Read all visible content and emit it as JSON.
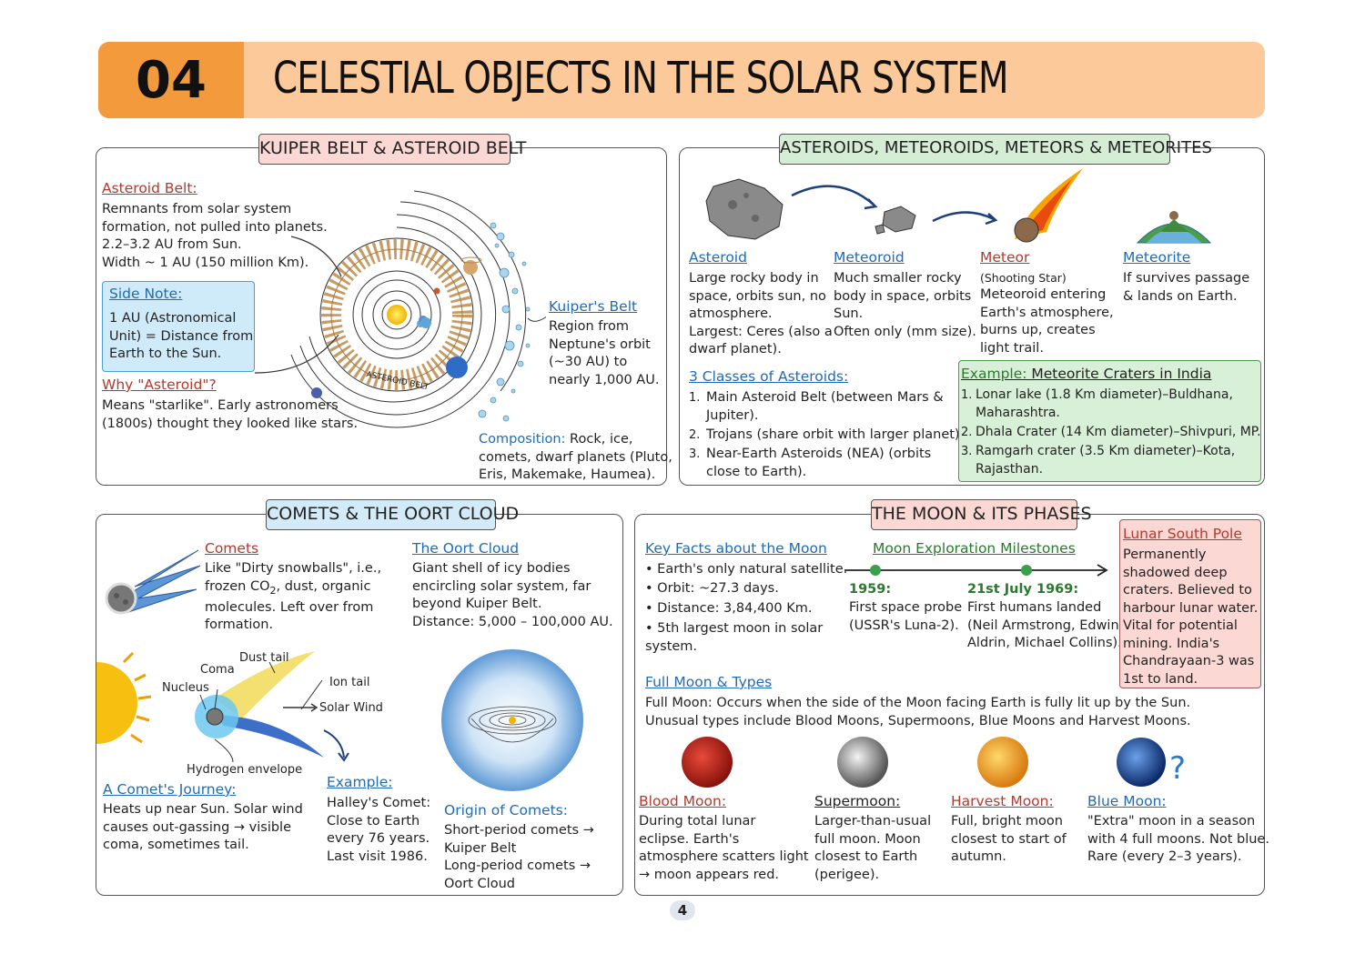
{
  "header": {
    "number": "04",
    "title": "CELESTIAL OBJECTS IN THE SOLAR SYSTEM"
  },
  "kuiper": {
    "title": "KUIPER BELT & ASTEROID BELT",
    "asteroid_belt_heading": "Asteroid Belt:",
    "asteroid_belt_text": "Remnants from solar system\nformation, not pulled into planets.\n2.2–3.2 AU from Sun.\nWidth ~ 1 AU (150 million Km).",
    "side_note_heading": "Side Note:",
    "side_note_text": "1 AU (Astronomical\nUnit) = Distance from\nEarth to the Sun.",
    "why_heading": "Why \"Asteroid\"?",
    "why_text": "Means \"starlike\". Early astronomers\n(1800s) thought they looked like stars.",
    "belt_label": "ASTEROID BELT",
    "kuipers_belt_heading": "Kuiper's Belt",
    "kuipers_belt_text": "Region from\nNeptune's orbit\n(~30 AU) to\nnearly 1,000 AU.",
    "composition_heading": "Composition:",
    "composition_text": " Rock, ice,\ncomets, dwarf planets (Pluto,\nEris, Makemake, Haumea)."
  },
  "asteroids": {
    "title": "ASTEROIDS, METEOROIDS, METEORS & METEORITES",
    "items": [
      {
        "heading": "Asteroid",
        "text": "Large rocky body in\nspace, orbits sun, no\natmosphere.\nLargest: Ceres (also a\ndwarf planet)."
      },
      {
        "heading": "Meteoroid",
        "text": "Much smaller rocky\nbody in space, orbits\nSun.\nOften only (mm size)."
      },
      {
        "heading": "Meteor",
        "sub": "(Shooting Star)",
        "text": "Meteoroid entering\nEarth's atmosphere,\nburns up, creates\nlight trail."
      },
      {
        "heading": "Meteorite",
        "text": "If survives passage\n& lands on Earth."
      }
    ],
    "classes_heading": "3 Classes of Asteroids:",
    "classes": [
      {
        "n": "1.",
        "text": "Main Asteroid Belt (between Mars &\nJupiter)."
      },
      {
        "n": "2.",
        "text": "Trojans (share orbit with larger planet)."
      },
      {
        "n": "3.",
        "text": "Near-Earth Asteroids (NEA) (orbits\nclose to Earth)."
      }
    ],
    "example_label": "Example:",
    "example_heading": " Meteorite Craters in India",
    "craters": [
      {
        "n": "1.",
        "text": "Lonar lake (1.8 Km diameter)–Buldhana,\nMaharashtra."
      },
      {
        "n": "2.",
        "text": "Dhala Crater (14 Km diameter)–Shivpuri, MP."
      },
      {
        "n": "3.",
        "text": "Ramgarh crater (3.5 Km diameter)–Kota,\nRajasthan."
      }
    ]
  },
  "comets": {
    "title": "COMETS & THE OORT CLOUD",
    "comets_heading": "Comets",
    "comets_text_1": "Like \"Dirty snowballs\", i.e.,\nfrozen CO",
    "comets_sub": "2",
    "comets_text_2": ", dust, organic\nmolecules. Left over from\nformation.",
    "oort_heading": "The Oort Cloud",
    "oort_text": "Giant shell of icy bodies\nencircling solar system, far\nbeyond Kuiper Belt.\nDistance: 5,000 – 100,000 AU.",
    "labels": {
      "dust_tail": "Dust tail",
      "coma": "Coma",
      "nucleus": "Nucleus",
      "ion_tail": "Ion tail",
      "solar_wind": "Solar Wind",
      "hydrogen": "Hydrogen envelope"
    },
    "journey_heading": "A Comet's Journey:",
    "journey_text": "Heats up near Sun. Solar wind\ncauses out-gassing → visible\ncoma, sometimes tail.",
    "example_heading": "Example:",
    "example_text": "Halley's Comet:\nClose to Earth\nevery 76 years.\nLast visit 1986.",
    "origin_heading": "Origin of Comets:",
    "origin_text": "Short-period comets →\nKuiper Belt\nLong-period comets →\nOort Cloud"
  },
  "moon": {
    "title": "THE MOON & ITS PHASES",
    "facts_heading": "Key Facts about the Moon",
    "facts": [
      "• Earth's only natural satellite.",
      "• Orbit: ~27.3 days.",
      "• Distance: 3,84,400 Km.",
      "• 5th largest moon in solar\n  system."
    ],
    "milestones_heading": "Moon Exploration Milestones",
    "m1_year": "1959:",
    "m1_text": "First space probe\n(USSR's Luna-2).",
    "m2_year": "21st July 1969:",
    "m2_text": "First humans landed\n(Neil Armstrong, Edwin\nAldrin, Michael Collins).",
    "south_heading": "Lunar South Pole",
    "south_text": "Permanently\nshadowed deep\ncraters. Believed to\nharbour lunar water.\nVital for potential\nmining. India's\nChandrayaan-3 was\n1st to land.",
    "full_heading": "Full Moon & Types",
    "full_text": "Full Moon: Occurs when the side of the Moon facing Earth is fully lit up by the Sun.\nUnusual types include Blood Moons, Supermoons, Blue Moons and Harvest Moons.",
    "types": [
      {
        "heading": "Blood Moon:",
        "text": "During total lunar\neclipse. Earth's\natmosphere scatters light\n→ moon appears red.",
        "color": "#c0241c"
      },
      {
        "heading": "Supermoon:",
        "text": "Larger-than-usual\nfull moon. Moon\nclosest to Earth\n(perigee).",
        "color": "#b8b8b8"
      },
      {
        "heading": "Harvest Moon:",
        "text": "Full, bright moon\nclosest to start of\nautumn.",
        "color": "#f0a324"
      },
      {
        "heading": "Blue Moon:",
        "text": "\"Extra\" moon in a season\nwith 4 full moons. Not blue.\nRare (every 2–3 years).",
        "color": "#2a58a8"
      }
    ],
    "question": "?"
  },
  "page_number": "4"
}
